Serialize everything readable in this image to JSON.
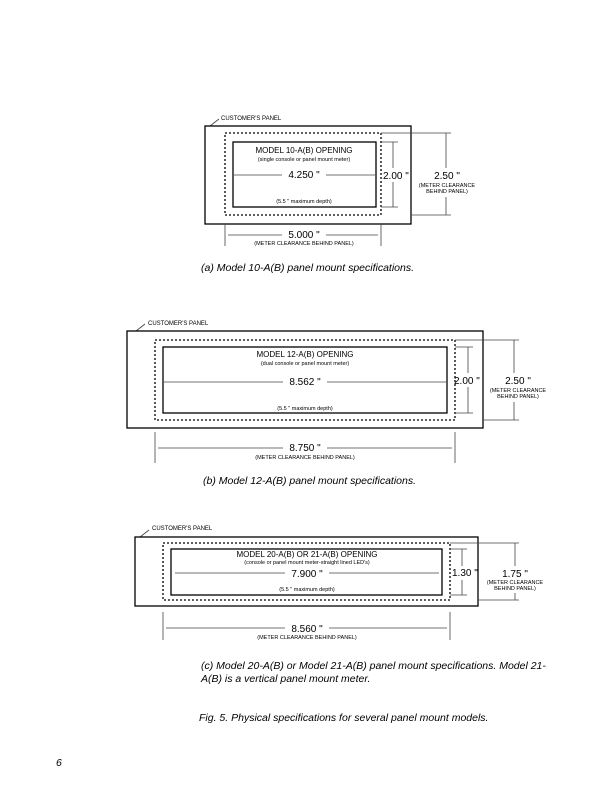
{
  "figures": [
    {
      "panel_label": "CUSTOMER'S PANEL",
      "title": "MODEL 10-A(B) OPENING",
      "subtitle": "(single console or panel mount meter)",
      "width": "4.250 \"",
      "depth": "(5.5 \" maximum depth)",
      "height": "2.00 \"",
      "clearance_height": "2.50 \"",
      "clearance_height_note_1": "(METER CLEARANCE",
      "clearance_height_note_2": "BEHIND PANEL)",
      "clearance_width": "5.000 \"",
      "clearance_width_note": "(METER CLEARANCE BEHIND PANEL)",
      "caption": "(a)   Model 10-A(B) panel mount specifications."
    },
    {
      "panel_label": "CUSTOMER'S PANEL",
      "title": "MODEL 12-A(B) OPENING",
      "subtitle": "(dual console or panel mount meter)",
      "width": "8.562 \"",
      "depth": "(5.5 \" maximum depth)",
      "height": "2.00 \"",
      "clearance_height": "2.50 \"",
      "clearance_height_note_1": "(METER CLEARANCE",
      "clearance_height_note_2": "BEHIND PANEL)",
      "clearance_width": "8.750 \"",
      "clearance_width_note": "(METER CLEARANCE BEHIND PANEL)",
      "caption": "(b)   Model 12-A(B) panel mount specifications."
    },
    {
      "panel_label": "CUSTOMER'S PANEL",
      "title": "MODEL 20-A(B) OR 21-A(B) OPENING",
      "subtitle": "(console or panel mount meter-straight lined LED's)",
      "width": "7.900 \"",
      "depth": "(5.5 \" maximum depth)",
      "height": "1.30 \"",
      "clearance_height": "1.75 \"",
      "clearance_height_note_1": "(METER CLEARANCE",
      "clearance_height_note_2": "BEHIND PANEL)",
      "clearance_width": "8.560 \"",
      "clearance_width_note": "(METER CLEARANCE BEHIND PANEL)",
      "caption_line_1": "(c)  Model 20-A(B) or Model 21-A(B) panel mount specifications.   Model 21-",
      "caption_line_2": "A(B) is a vertical panel mount meter."
    }
  ],
  "figure_caption": "Fig. 5.  Physical specifications for several panel mount models.",
  "page_number": "6"
}
